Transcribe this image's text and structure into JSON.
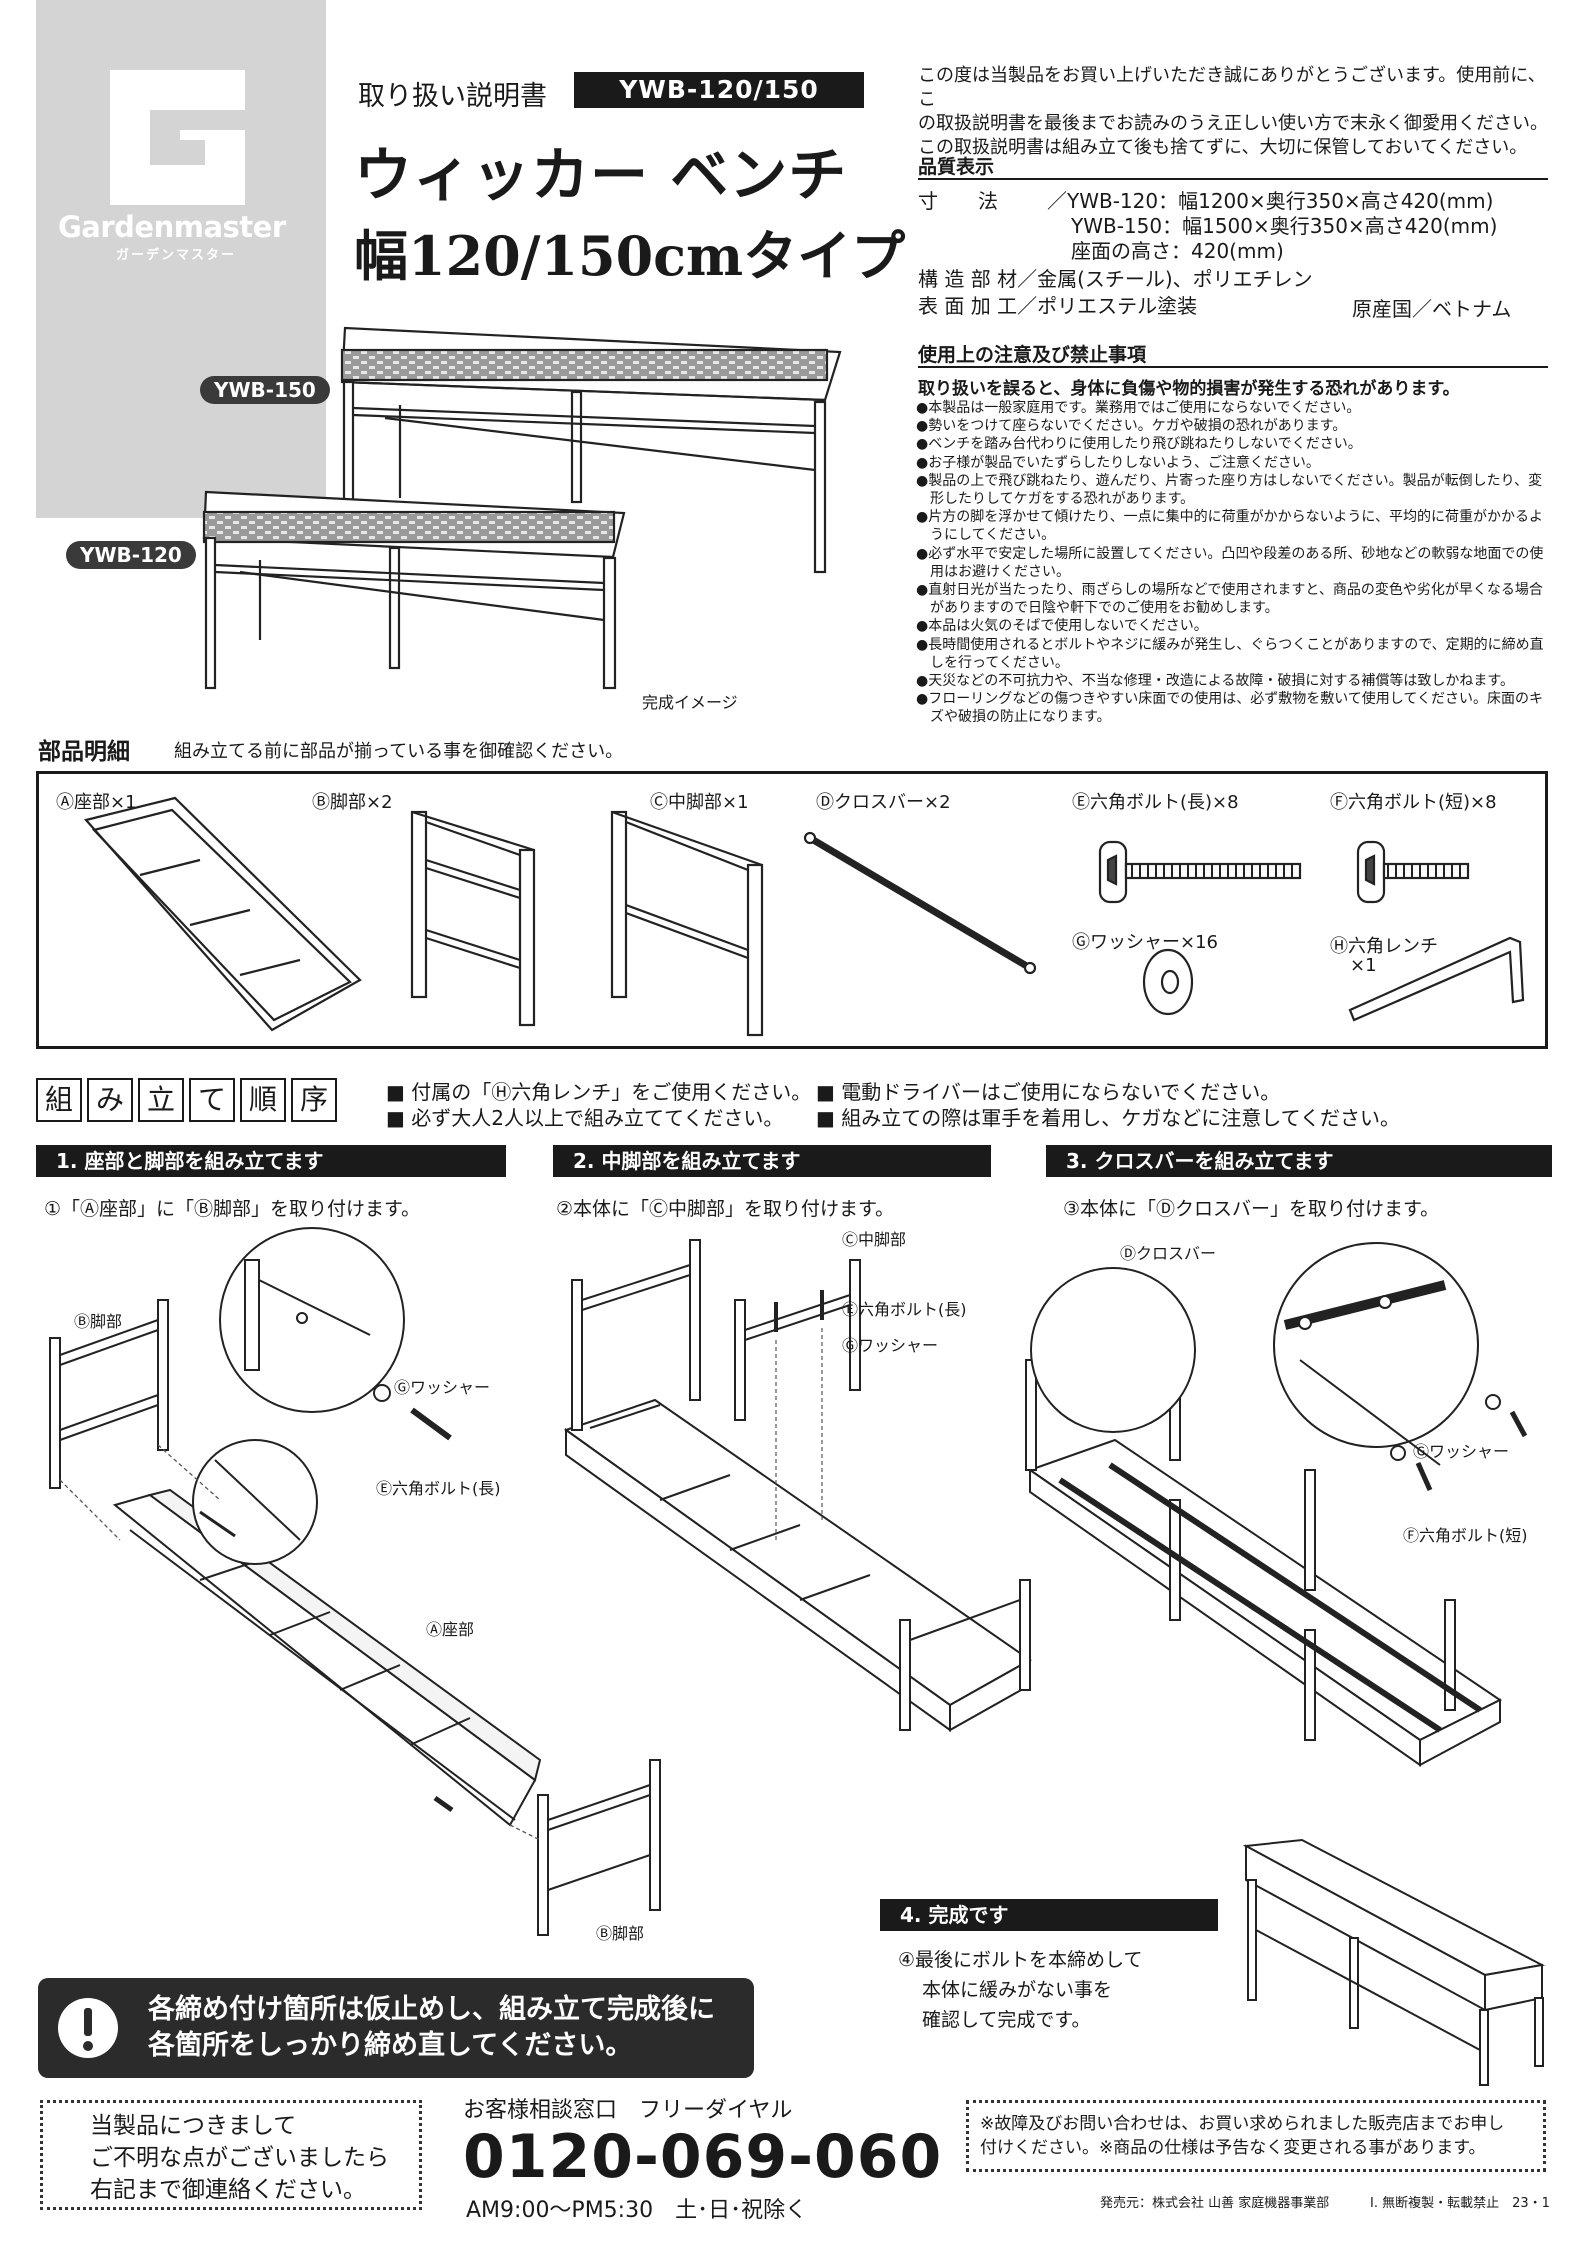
{
  "brand": {
    "name": "Gardenmaster",
    "kana": "ガーデンマスター"
  },
  "header": {
    "doc_label": "取り扱い説明書",
    "model": "YWB-120/150",
    "title_line1": "ウィッカー ベンチ",
    "title_line2": "幅120/150cmタイプ"
  },
  "product_images": {
    "label_150": "YWB-150",
    "label_120": "YWB-120",
    "caption": "完成イメージ"
  },
  "intro": {
    "lines": [
      "この度は当製品をお買い上げいただき誠にありがとうございます。使用前に、こ",
      "の取扱説明書を最後までお読みのうえ正しい使い方で末永く御愛用ください。",
      "この取扱説明書は組み立て後も捨てずに、大切に保管しておいてください。"
    ]
  },
  "quality": {
    "heading": "品質表示",
    "size_label": "寸　　法",
    "size_120": "YWB-120：幅1200×奥行350×高さ420(mm)",
    "size_150": "YWB-150：幅1500×奥行350×高さ420(mm)",
    "seat_height": "座面の高さ：420(mm)",
    "material_label": "構 造 部 材",
    "material": "金属(スチール)、ポリエチレン",
    "finish_label": "表 面 加 工",
    "finish": "ポリエステル塗装",
    "origin": "原産国／ベトナム"
  },
  "caution": {
    "heading": "使用上の注意及び禁止事項",
    "lead": "取り扱いを誤ると、身体に負傷や物的損害が発生する恐れがあります。",
    "items": [
      "本製品は一般家庭用です。業務用ではご使用にならないでください。",
      "勢いをつけて座らないでください。ケガや破損の恐れがあります。",
      "ベンチを踏み台代わりに使用したり飛び跳ねたりしないでください。",
      "お子様が製品でいたずらしたりしないよう、ご注意ください。",
      "製品の上で飛び跳ねたり、遊んだり、片寄った座り方はしないでください。製品が転倒したり、変形したりしてケガをする恐れがあります。",
      "片方の脚を浮かせて傾けたり、一点に集中的に荷重がかからないように、平均的に荷重がかかるようにしてください。",
      "必ず水平で安定した場所に設置してください。凸凹や段差のある所、砂地などの軟弱な地面での使用はお避けください。",
      "直射日光が当たったり、雨ざらしの場所などで使用されますと、商品の変色や劣化が早くなる場合がありますので日陰や軒下でのご使用をお勧めします。",
      "本品は火気のそばで使用しないでください。",
      "長時間使用されるとボルトやネジに緩みが発生し、ぐらつくことがありますので、定期的に締め直しを行ってください。",
      "天災などの不可抗力や、不当な修理・改造による故障・破損に対する補償等は致しかねます。",
      "フローリングなどの傷つきやすい床面での使用は、必ず敷物を敷いて使用してください。床面のキズや破損の防止になります。"
    ]
  },
  "parts": {
    "heading": "部品明細",
    "note": "組み立てる前に部品が揃っている事を御確認ください。",
    "a": "Ⓐ座部×1",
    "b": "Ⓑ脚部×2",
    "c": "Ⓒ中脚部×1",
    "d": "Ⓓクロスバー×2",
    "e": "Ⓔ六角ボルト(長)×8",
    "f": "Ⓕ六角ボルト(短)×8",
    "g": "Ⓖワッシャー×16",
    "h": "Ⓗ六角レンチ",
    "h2": "×1"
  },
  "assembly": {
    "chars": [
      "組",
      "み",
      "立",
      "て",
      "順",
      "序"
    ],
    "note1": "■ 付属の「Ⓗ六角レンチ」をご使用ください。",
    "note2": "■ 必ず大人2人以上で組み立ててください。",
    "note3": "■ 電動ドライバーはご使用にならないでください。",
    "note4": "■ 組み立ての際は軍手を着用し、ケガなどに注意してください。"
  },
  "steps": {
    "s1_title": "1. 座部と脚部を組み立てます",
    "s1_text": "①「Ⓐ座部」に「Ⓑ脚部」を取り付けます。",
    "s1_leg": "Ⓑ脚部",
    "s1_washer": "Ⓖワッシャー",
    "s1_bolt": "Ⓔ六角ボルト(長)",
    "s1_seat": "Ⓐ座部",
    "s1_leg2": "Ⓑ脚部",
    "s2_title": "2. 中脚部を組み立てます",
    "s2_text": "②本体に「Ⓒ中脚部」を取り付けます。",
    "s2_mid": "Ⓒ中脚部",
    "s2_bolt": "Ⓔ六角ボルト(長)",
    "s2_washer": "Ⓖワッシャー",
    "s3_title": "3. クロスバーを組み立てます",
    "s3_text": "③本体に「Ⓓクロスバー」を取り付けます。",
    "s3_bar": "Ⓓクロスバー",
    "s3_washer": "Ⓖワッシャー",
    "s3_bolt": "Ⓕ六角ボルト(短)",
    "s4_title": "4. 完成です",
    "s4_line1": "④最後にボルトを本締めして",
    "s4_line2": "本体に緩みがない事を",
    "s4_line3": "確認して完成です。"
  },
  "warning": {
    "line1": "各締め付け箇所は仮止めし、組み立て完成後に",
    "line2": "各箇所をしっかり締め直してください。"
  },
  "footer": {
    "contact1": "当製品につきまして",
    "contact2": "ご不明な点がございましたら",
    "contact3": "右記まで御連絡ください。",
    "desk": "お客様相談窓口　フリーダイヤル",
    "phone": "0120-069-060",
    "hours": "AM9:00～PM5:30　土･日･祝除く",
    "notice1": "※故障及びお問い合わせは、お買い求められました販売店までお申し",
    "notice2": "付けください。※商品の仕様は予告なく変更される事があります。",
    "publisher": "発売元：株式会社 山善 家庭機器事業部",
    "copy": "Ⅰ. 無断複製・転載禁止　23・1"
  }
}
